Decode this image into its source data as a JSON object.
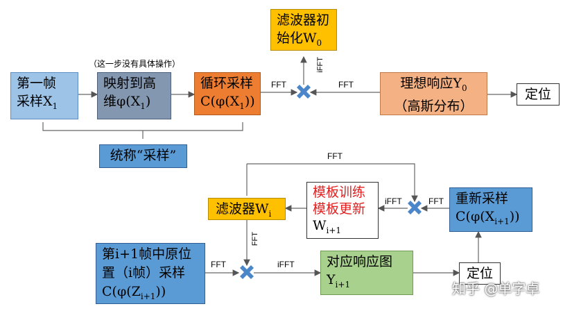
{
  "top": {
    "frame1": {
      "line1": "第一帧",
      "line2": "采样X",
      "sub2": "1"
    },
    "map": {
      "line1": "映射到高",
      "line2": "维φ(X",
      "sub2": "1",
      "tail2": ")"
    },
    "cyclic": {
      "line1": "循环采样",
      "line2": "C(φ(X",
      "sub2": "1",
      "tail2": "))"
    },
    "filter_init": {
      "line1": "滤波器初",
      "line2": "始化W",
      "sub2": "0"
    },
    "ideal": {
      "line1": "理想响应Y",
      "sub1": "0",
      "line2": "（高斯分布）"
    },
    "locate": "定位",
    "note": "（这一步没有具体操作）",
    "summary": "统称“采样”",
    "fft_left": "FFT",
    "fft_right": "FFT",
    "ifft_up": "iFFT"
  },
  "bottom": {
    "filter": {
      "line1": "滤波器W",
      "sub1": "i"
    },
    "template": {
      "line1": "模板训练",
      "line2": "模板更新",
      "line3": "W",
      "sub3": "i+1"
    },
    "resample": {
      "line1": "重新采样",
      "line2": "C(φ(X",
      "sub2": "i+1",
      "tail2": "))"
    },
    "frame_next": {
      "line1": "第i+1帧中原位",
      "line2": "置（i帧）采样",
      "line3": "C(φ(Z",
      "sub3": "i+1",
      "tail3": "))"
    },
    "response": {
      "line1": "对应响应图",
      "line2": "Y",
      "sub2": "i+1"
    },
    "locate": "定位",
    "fft_top": "FFT",
    "fft_right": "FFT",
    "ifft_mid": "iFFT",
    "fft_down": "FFT",
    "fft_left": "FFT",
    "ifft_right": "iFFT"
  },
  "watermark": "知乎 @单字卓",
  "colors": {
    "light_blue": "#9dc3e6",
    "mid_blue": "#5b9bd5",
    "gray_blue": "#8497b0",
    "orange": "#ed7d31",
    "peach": "#f4b183",
    "gold": "#ffc000",
    "green": "#a9d18e",
    "multiply": "#4a86c8",
    "red_text": "#e02020"
  }
}
